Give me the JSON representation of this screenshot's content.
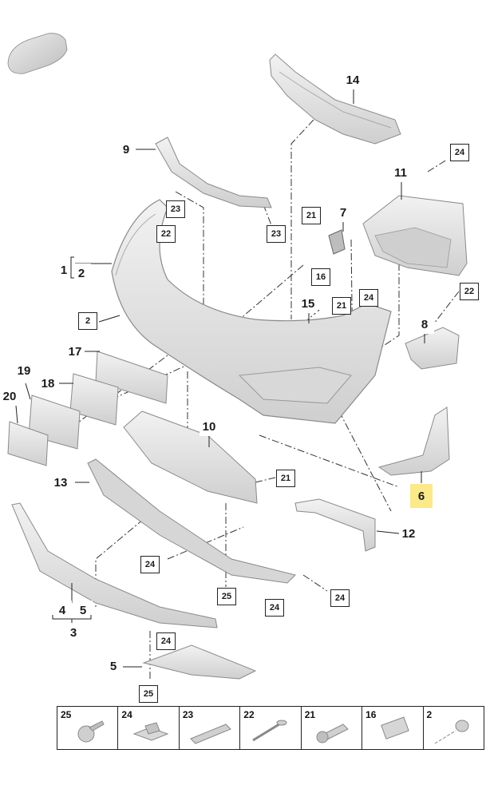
{
  "callouts": {
    "c14": "14",
    "c9": "9",
    "c23a": "23",
    "c23b": "23",
    "c24a": "24",
    "c11": "11",
    "c21a": "21",
    "c7": "7",
    "c22a": "22",
    "c1": "1",
    "c2a": "2",
    "c16": "16",
    "c15": "15",
    "c21b": "21",
    "c24b": "24",
    "c22b": "22",
    "c2b": "2",
    "c8": "8",
    "c17": "17",
    "c19": "19",
    "c18": "18",
    "c20": "20",
    "c10": "10",
    "c6": "6",
    "c13": "13",
    "c21c": "21",
    "c12": "12",
    "c24c": "24",
    "c25a": "25",
    "c24d": "24",
    "c24e": "24",
    "c4": "4",
    "c5a": "5",
    "c3": "3",
    "c24f": "24",
    "c5b": "5",
    "c25b": "25"
  },
  "legend": [
    "25",
    "24",
    "23",
    "22",
    "21",
    "16",
    "2"
  ],
  "colors": {
    "highlight": "#fbe98a",
    "part_fill": "#e4e4e4",
    "part_stroke": "#9a9a9a"
  }
}
